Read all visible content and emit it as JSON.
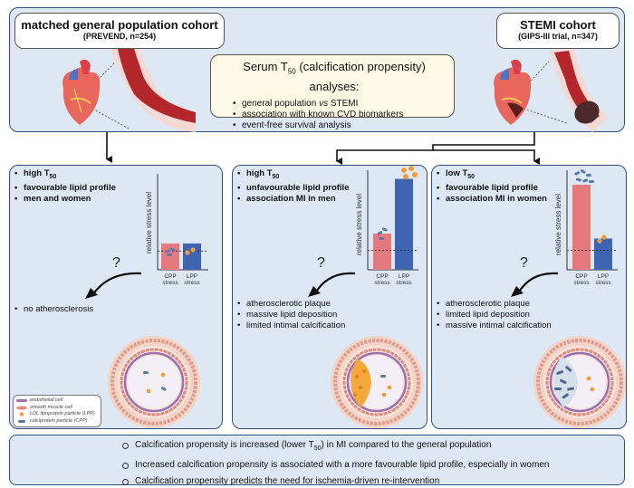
{
  "left_cohort": {
    "title": "matched general population cohort",
    "subtitle": "(PREVEND, n=254)"
  },
  "right_cohort": {
    "title": "STEMI cohort",
    "subtitle": "(GIPS-III trial, n=347)"
  },
  "serum": {
    "title_pre": "Serum T",
    "title_sub": "50",
    "title_post": " (calcification propensity) analyses:",
    "items": [
      {
        "pre": "general population ",
        "em": "vs",
        "post": " STEMI"
      },
      {
        "pre": "association with known CVD biomarkers",
        "em": "",
        "post": ""
      },
      {
        "pre": "event-free survival analysis",
        "em": "",
        "post": ""
      }
    ]
  },
  "panels": [
    {
      "t50_pre": "high T",
      "t50_sub": "50",
      "bold_items": [
        "favourable lipid profile",
        "men and women"
      ],
      "outcomes": [
        "no atherosclerosis"
      ],
      "ylabel": "relative stress level",
      "bars": [
        {
          "label": "CPP stress",
          "value": 0.28,
          "color": "#e57a7e"
        },
        {
          "label": "LPP stress",
          "value": 0.28,
          "color": "#3f64b2"
        }
      ],
      "question": "?"
    },
    {
      "t50_pre": "high T",
      "t50_sub": "50",
      "bold_items": [
        "unfavourable lipid profile",
        "association MI in men"
      ],
      "outcomes": [
        "atherosclerotic plaque",
        "massive lipid deposition",
        "limited  intimal calcification"
      ],
      "ylabel": "relative stress level",
      "bars": [
        {
          "label": "CPP stress",
          "value": 0.37,
          "color": "#e57a7e"
        },
        {
          "label": "LPP stress",
          "value": 0.93,
          "color": "#3f64b2"
        }
      ],
      "question": "?"
    },
    {
      "t50_pre": "low T",
      "t50_sub": "50",
      "bold_items": [
        "favourable lipid profile",
        "association MI in women"
      ],
      "outcomes": [
        "atherosclerotic plaque",
        "limited lipid deposition",
        "massive intimal calcification"
      ],
      "ylabel": "relative stress level",
      "bars": [
        {
          "label": "CPP stress",
          "value": 0.87,
          "color": "#e57a7e"
        },
        {
          "label": "LPP stress",
          "value": 0.32,
          "color": "#3f64b2"
        }
      ],
      "question": "?"
    }
  ],
  "legend": [
    "endothelial cell",
    "smooth muscle cell",
    "LDL lipoprotein particle (LPP)",
    "calciprotein particle (CPP)"
  ],
  "summary": [
    {
      "pre": "Calcification propensity is increased (lower T",
      "sub": "50",
      "post": ") in MI compared to the general population"
    },
    {
      "pre": "Increased calcification propensity is associated with a more favourable lipid profile, especially in women",
      "sub": "",
      "post": ""
    },
    {
      "pre": "Calcification propensity predicts the need for ischemia-driven re-intervention",
      "sub": "",
      "post": ""
    }
  ],
  "colors": {
    "panel_bg": "#dde8f4",
    "panel_border": "#2f4f7a",
    "cpp": "#e57a7e",
    "lpp": "#3f64b2",
    "serum_bg": "#fff9e6"
  }
}
